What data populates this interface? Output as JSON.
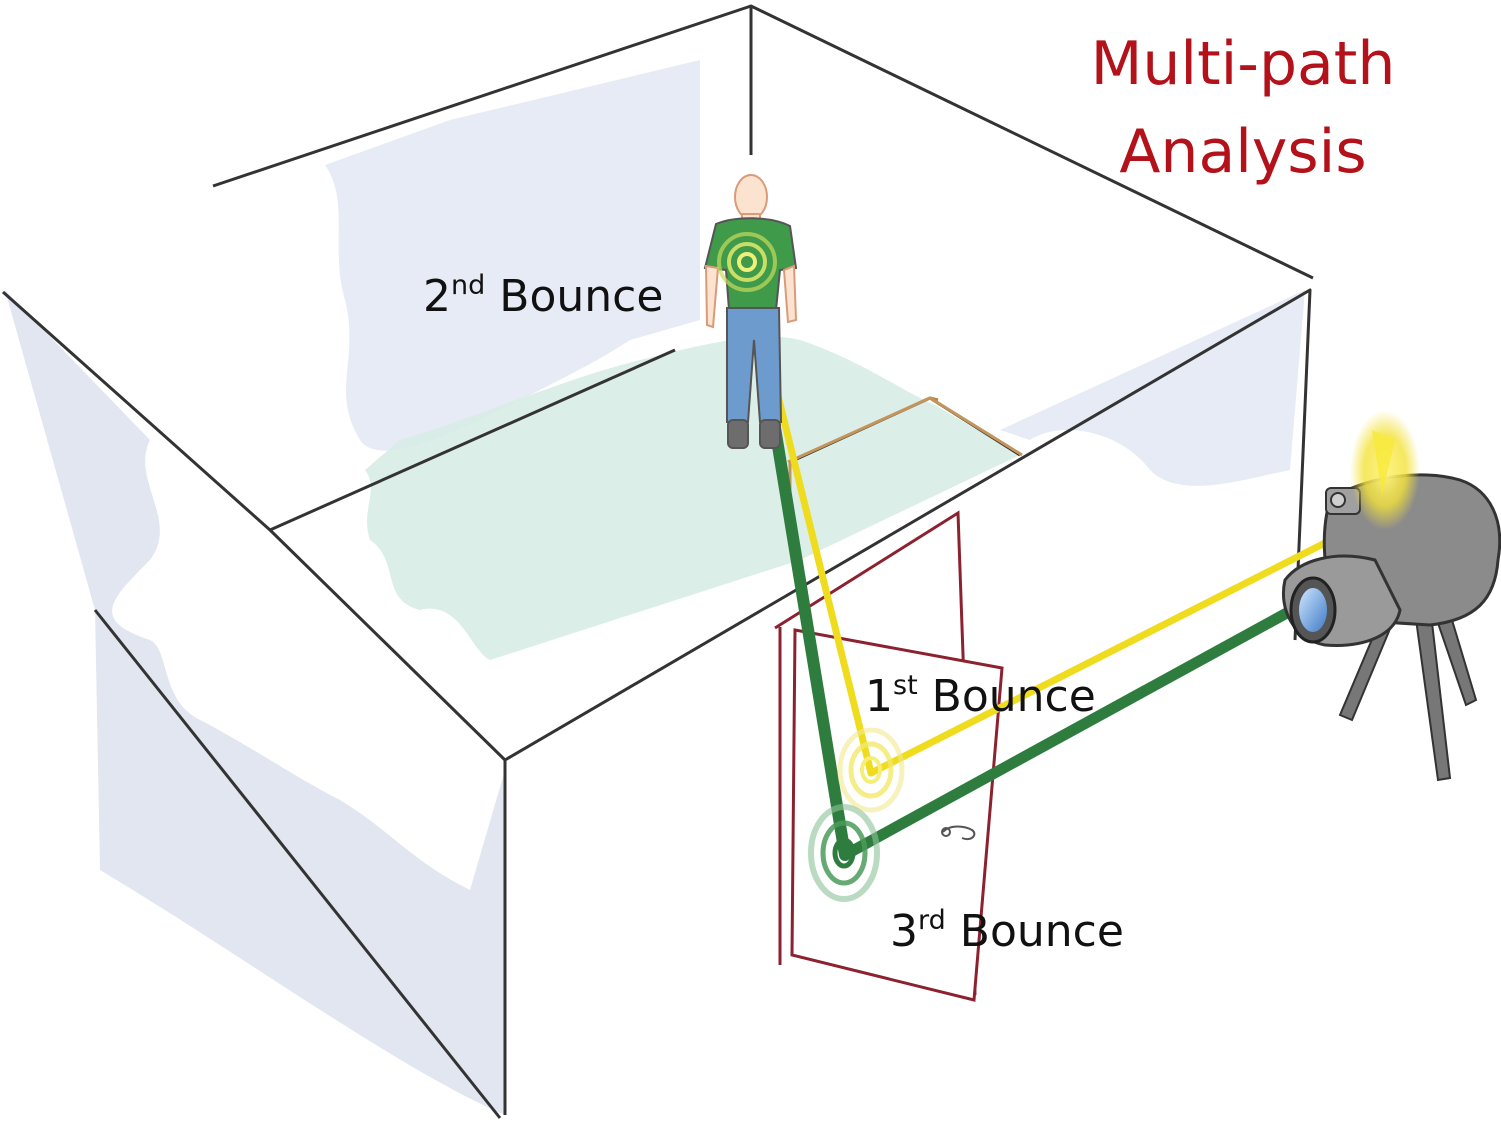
{
  "title": {
    "line1": "Multi-path",
    "line2": "Analysis"
  },
  "labels": {
    "second_bounce": {
      "number": "2",
      "suffix": "nd",
      "word": "Bounce"
    },
    "first_bounce": {
      "number": "1",
      "suffix": "st",
      "word": "Bounce"
    },
    "third_bounce": {
      "number": "3",
      "suffix": "rd",
      "word": "Bounce"
    }
  },
  "colors": {
    "title": "#b3121a",
    "yellow_path": "#f0dc1e",
    "green_path": "#2e7d3e",
    "door": "#8c2230",
    "wall_shade": "#dde2ef",
    "floor": "#d8ece6"
  },
  "icons": [
    "person-icon",
    "camera-icon",
    "door-icon",
    "bounce-target-icon"
  ]
}
